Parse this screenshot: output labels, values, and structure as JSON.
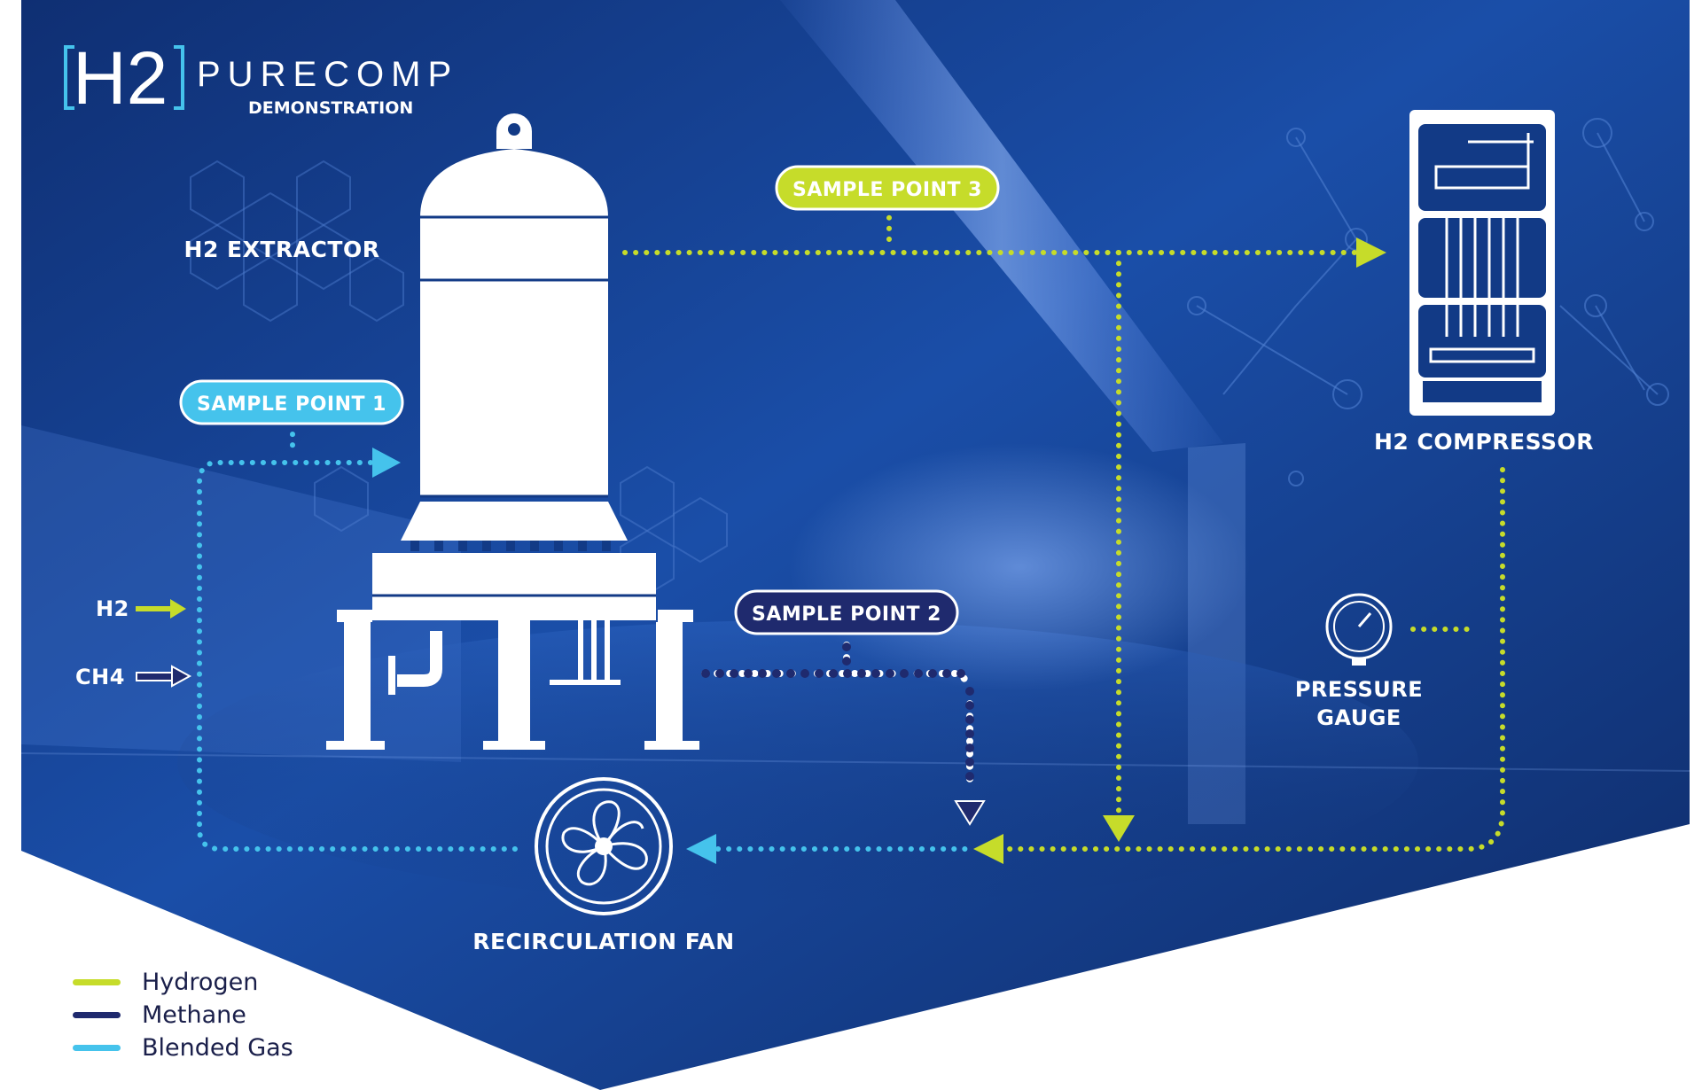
{
  "brand": {
    "logo_text": "H2",
    "name": "PURECOMP",
    "subtitle": "DEMONSTRATION"
  },
  "labels": {
    "extractor": "H2 EXTRACTOR",
    "compressor": "H2 COMPRESSOR",
    "pressure_gauge_line1": "PRESSURE",
    "pressure_gauge_line2": "GAUGE",
    "recirculation_fan": "RECIRCULATION FAN",
    "input_h2": "H2",
    "input_ch4": "CH4"
  },
  "sample_points": {
    "sp1": "SAMPLE POINT 1",
    "sp2": "SAMPLE POINT 2",
    "sp3": "SAMPLE POINT 3"
  },
  "legend": [
    {
      "label": "Hydrogen",
      "color": "#c6dc2a"
    },
    {
      "label": "Methane",
      "color": "#1f2a6e"
    },
    {
      "label": "Blended Gas",
      "color": "#45c3ec"
    }
  ],
  "colors": {
    "hydrogen": "#c6dc2a",
    "methane": "#1f2a6e",
    "blended": "#45c3ec",
    "background": "#123a86",
    "equipment": "#ffffff"
  },
  "icons": [
    "fan-icon",
    "pressure-gauge-icon",
    "extractor-tank-icon",
    "compressor-icon",
    "arrow-icon"
  ]
}
